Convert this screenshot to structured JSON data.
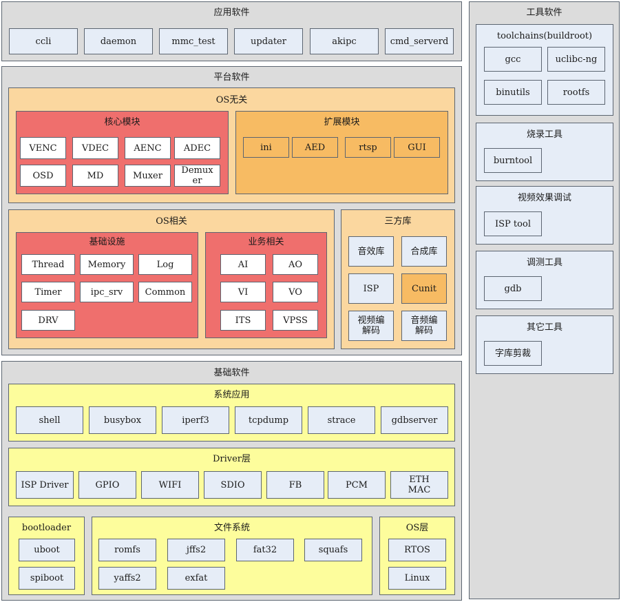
{
  "app_software": {
    "title": "应用软件",
    "items": [
      "ccli",
      "daemon",
      "mmc_test",
      "updater",
      "akipc",
      "cmd_serverd"
    ]
  },
  "platform_software": {
    "title": "平台软件",
    "os_independent": {
      "title": "OS无关",
      "core": {
        "title": "核心模块",
        "items": [
          "VENC",
          "VDEC",
          "AENC",
          "ADEC",
          "OSD",
          "MD",
          "Muxer",
          "Demuxer"
        ]
      },
      "ext": {
        "title": "扩展模块",
        "items": [
          "ini",
          "AED",
          "rtsp",
          "GUI"
        ]
      }
    },
    "os_related": {
      "title": "OS相关",
      "infra": {
        "title": "基础设施",
        "items": [
          "Thread",
          "Memory",
          "Log",
          "Timer",
          "ipc_srv",
          "Common",
          "DRV"
        ]
      },
      "business": {
        "title": "业务相关",
        "items": [
          "AI",
          "AO",
          "VI",
          "VO",
          "ITS",
          "VPSS"
        ]
      }
    },
    "third_party": {
      "title": "三方库",
      "items": [
        "音效库",
        "合成库",
        "ISP",
        "Cunit",
        "视频编\n解码",
        "音频编\n解码"
      ]
    }
  },
  "base_software": {
    "title": "基础软件",
    "sys_apps": {
      "title": "系统应用",
      "items": [
        "shell",
        "busybox",
        "iperf3",
        "tcpdump",
        "strace",
        "gdbserver"
      ]
    },
    "driver": {
      "title": "Driver层",
      "items": [
        "ISP Driver",
        "GPIO",
        "WIFI",
        "SDIO",
        "FB",
        "PCM",
        "ETH\nMAC"
      ]
    },
    "bootloader": {
      "title": "bootloader",
      "items": [
        "uboot",
        "spiboot"
      ]
    },
    "filesystem": {
      "title": "文件系统",
      "items": [
        "romfs",
        "jffs2",
        "fat32",
        "squafs",
        "yaffs2",
        "exfat"
      ]
    },
    "os_layer": {
      "title": "OS层",
      "items": [
        "RTOS",
        "Linux"
      ]
    }
  },
  "tools": {
    "title": "工具软件",
    "toolchains": {
      "title": "toolchains(buildroot)",
      "items": [
        "gcc",
        "uclibc-ng",
        "binutils",
        "rootfs"
      ]
    },
    "burn": {
      "title": "烧录工具",
      "items": [
        "burntool"
      ]
    },
    "video_tune": {
      "title": "视频效果调试",
      "items": [
        "ISP tool"
      ]
    },
    "debug": {
      "title": "调测工具",
      "items": [
        "gdb"
      ]
    },
    "other": {
      "title": "其它工具",
      "items": [
        "字库剪裁"
      ]
    }
  }
}
